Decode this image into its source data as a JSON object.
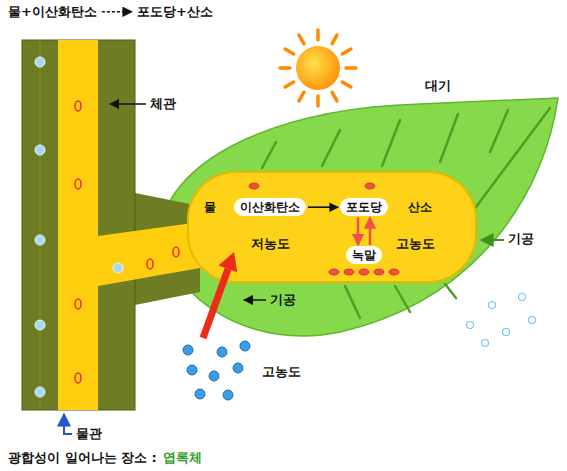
{
  "diagram": {
    "nodes": [
      {
        "text": [
          "저농도",
          "고농도"
        ]
      },
      {
        "text": [
          "물"
        ],
        "in": 0
      },
      {
        "text": [
          "이산화탄소"
        ],
        "in": 0
      },
      {
        "text": [
          "포도당"
        ],
        "in": 0
      },
      {
        "text": [
          "산소"
        ],
        "in": 0
      },
      {
        "text": [
          "녹말"
        ],
        "in": 0
      }
    ],
    "edges": [
      {
        "from": 2,
        "to": 3,
        "arrow": "to"
      },
      {
        "from": 3,
        "to": 5,
        "arrow": "to"
      },
      {
        "from": 5,
        "to": 3,
        "arrow": "to"
      }
    ],
    "labels": [
      "물+이산화탄소",
      "포도당+산소",
      "체관",
      "대기",
      "기공",
      "기공",
      "고농도",
      "물관",
      "광합성이 일어나는 장소 :",
      "엽록체"
    ]
  }
}
